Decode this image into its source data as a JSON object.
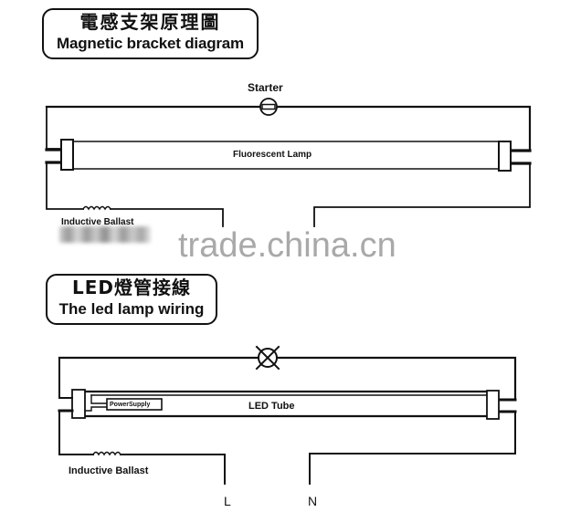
{
  "diagrams": [
    {
      "title_cn": "電感支架原理圖",
      "title_en": "Magnetic bracket diagram",
      "components": {
        "starter_label": "Starter",
        "lamp_label": "Fluorescent Lamp",
        "ballast_label": "Inductive Ballast"
      }
    },
    {
      "title_cn": "LED燈管接線",
      "title_en": "The led lamp wiring",
      "components": {
        "lamp_label": "LED Tube",
        "power_supply_label": "PowerSupply",
        "ballast_label": "Inductive Ballast",
        "terminal_live": "L",
        "terminal_neutral": "N"
      }
    }
  ],
  "watermark": "trade.china.cn",
  "colors": {
    "line": "#111111",
    "watermark": "#a9a9a9",
    "background": "#ffffff"
  },
  "icons": [
    "starter-icon",
    "lamp-cross-icon",
    "ballast-coil-icon",
    "lamp-end-cap-icon"
  ]
}
